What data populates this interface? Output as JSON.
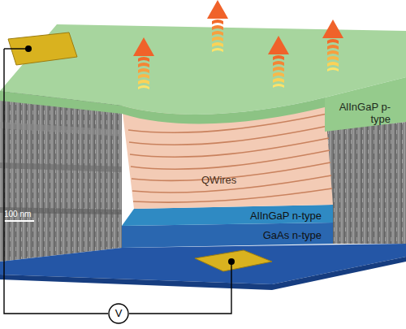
{
  "diagram": {
    "nodes": [
      {
        "text": [
          "AlInGaP p-type"
        ]
      },
      {
        "text": [
          "QWires"
        ]
      },
      {
        "text": [
          "AlInGaP n-type"
        ]
      },
      {
        "text": [
          "GaAs n-type"
        ]
      },
      {
        "text": [
          "V"
        ]
      }
    ],
    "edges": [
      {
        "from": 0,
        "to": 4,
        "arrow": "none"
      },
      {
        "from": 4,
        "to": 3,
        "arrow": "none"
      }
    ],
    "labels": [
      "100 nm"
    ]
  }
}
